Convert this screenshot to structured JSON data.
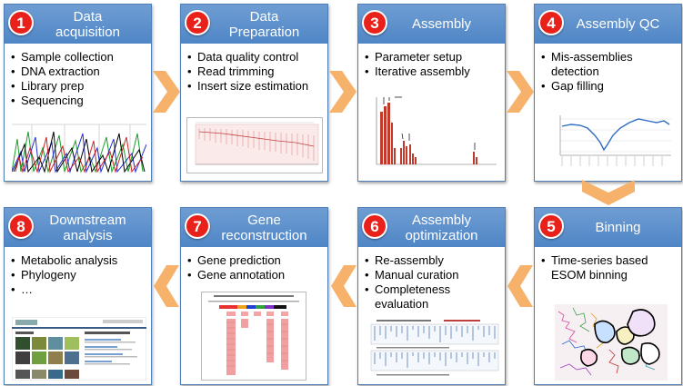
{
  "steps": [
    {
      "number": "1",
      "title": [
        "Data",
        "acquisition"
      ],
      "bullets": [
        "Sample collection",
        "DNA extraction",
        "Library prep",
        "Sequencing"
      ]
    },
    {
      "number": "2",
      "title": [
        "Data",
        "Preparation"
      ],
      "bullets": [
        "Data quality control",
        "Read trimming",
        "Insert size estimation"
      ]
    },
    {
      "number": "3",
      "title": [
        "Assembly"
      ],
      "bullets": [
        "Parameter setup",
        "Iterative assembly"
      ]
    },
    {
      "number": "4",
      "title": [
        "Assembly QC"
      ],
      "bullets": [
        "Mis-assemblies",
        "detection",
        "Gap filling"
      ]
    },
    {
      "number": "5",
      "title": [
        "Binning"
      ],
      "bullets": [
        "Time-series based",
        "ESOM binning"
      ]
    },
    {
      "number": "6",
      "title": [
        "Assembly",
        "optimization"
      ],
      "bullets": [
        "Re-assembly",
        "Manual curation",
        "Completeness",
        "evaluation"
      ]
    },
    {
      "number": "7",
      "title": [
        "Gene",
        "reconstruction"
      ],
      "bullets": [
        "Gene prediction",
        "Gene annotation"
      ]
    },
    {
      "number": "8",
      "title": [
        "Downstream",
        "analysis"
      ],
      "bullets": [
        "Metabolic analysis",
        "Phylogeny",
        "…"
      ]
    }
  ],
  "colors": {
    "header": "#4f86c6",
    "badge": "#e8211b",
    "arrow": "#f6b16a"
  }
}
